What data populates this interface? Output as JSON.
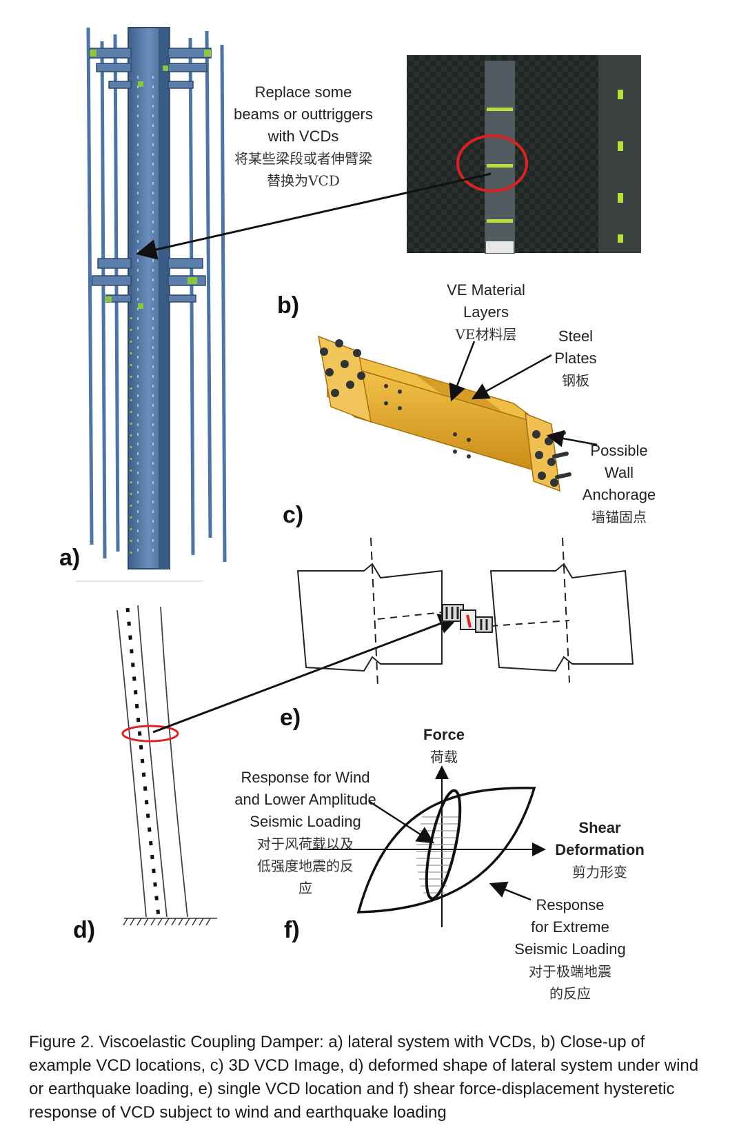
{
  "labels": {
    "replace_en": "Replace some\nbeams or outtriggers\nwith VCDs",
    "replace_zh": "将某些梁段或者伸臂梁\n替换为VCD",
    "ve_en": "VE Material\nLayers",
    "ve_zh": "VE材料层",
    "steel_en": "Steel\nPlates",
    "steel_zh": "钢板",
    "wall_en": "Possible\nWall\nAnchorage",
    "wall_zh": "墙锚固点",
    "force_en": "Force",
    "force_zh": "荷载",
    "shear_en": "Shear\nDeformation",
    "shear_zh": "剪力形变",
    "wind_en": "Response for Wind\nand Lower Amplitude\nSeismic Loading",
    "wind_zh": "对于风荷载以及\n低强度地震的反\n应",
    "extreme_en": "Response\nfor Extreme\nSeismic Loading",
    "extreme_zh": "对于极端地震\n的反应"
  },
  "panels": {
    "a": "a)",
    "b": "b)",
    "c": "c)",
    "d": "d)",
    "e": "e)",
    "f": "f)"
  },
  "caption": "Figure 2. Viscoelastic Coupling Damper: a) lateral system with VCDs, b) Close-up of example VCD locations, c) 3D VCD Image, d) deformed shape of lateral system under wind or earthquake loading, e) single VCD location and f) shear force-displacement hysteretic response of VCD subject to wind and earthquake loading",
  "colors": {
    "tower": "#4a6f9c",
    "tower_dark": "#2f4f78",
    "damper_green": "#8cc63f",
    "vcd_gold": "#e3a82a",
    "red": "#e02020",
    "dark_panel": "#1e2422"
  }
}
